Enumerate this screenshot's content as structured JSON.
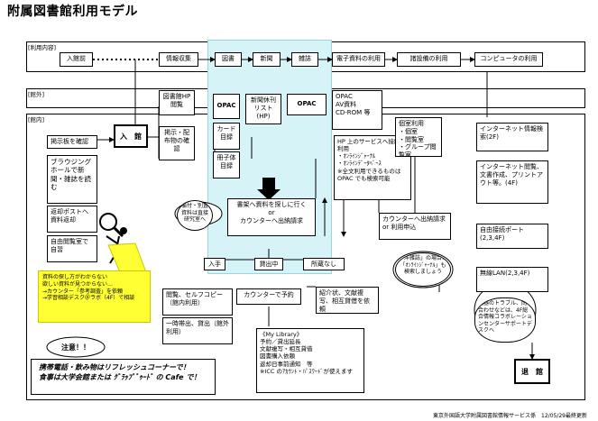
{
  "title": "附属図書館利用モデル",
  "sections": {
    "usage": "[利用内容]",
    "outside": "[館外]",
    "inside": "[館内]"
  },
  "top_row": [
    "入館前",
    "情報収集",
    "図書",
    "新聞",
    "雑誌",
    "電子資料の利用",
    "諸設備の利用",
    "コンピュータの利用"
  ],
  "entry": "入　館",
  "exit": "退　館",
  "left_column": [
    "掲示板を確認",
    "ブラウジングホールで新聞・雑誌を読む",
    "返却ポストへ資料返却",
    "自由閲覧室で自習"
  ],
  "hp": "図書館HP閲覧",
  "notice": "掲示・配布物の確認",
  "opac_left": "OPAC",
  "card": "カード目録",
  "booklet": "冊子体目録",
  "newspaper_list": "新聞休刊リスト(HP)",
  "opac_right": "OPAC",
  "electronic": "OPAC\nAV資料\nCD-ROM 等",
  "hp_services": "HP 上のサービスへ接続・利用\n・ｵﾝﾗｲﾝｼﾞｬｰﾅﾙ\n・ｵﾝﾗｲﾝﾃﾞｰﾀﾍﾞｰｽ\n※全文利用できるものは OPAC でも検索可能",
  "facilities": "個室利用\n・個室\n・閲覧室\n・グループ閲覧室",
  "search_bubble": "備付・別置資料は直接研究室へ",
  "search_box": "書架へ資料を探しに行く\nor\nカウンターへ出納請求",
  "counter_loan": "カウンターへ出納請求 or 利用申込",
  "journal_callout": "「洋雑誌」の場合は「ｵﾝﾗｲﾝｼﾞｬｰﾅﾙ」も検索しましょう",
  "branches": [
    "入手",
    "貸出中",
    "所蔵なし"
  ],
  "view_copy": "閲覧、セルフコピー（館内利用）",
  "borrow": "一時帯出、貸出（館外利用）",
  "reserve": "カウンターで予約",
  "referral": "紹介状、文献複写、相互貸借を依頼",
  "my_library": "《My Library》\n予約／貸出延長\n文献複写・相互貸借\n図書購入依頼\n返却日事前通知　等\n※ICC のｱｶｳﾝﾄ・ﾊﾟｽﾜｰﾄﾞが使えます",
  "internet_search": "インターネット情報検索(2F)",
  "internet_docs": "インターネット閲覧、文書作成、プリントアウト等。(4F)",
  "free_port": "自由接続ポート(2,3,4F)",
  "wireless": "無線LAN(2,3,4F)",
  "trouble": "機器のトラブル、問い合わせなどは、4F総合情報コラボレーションセンターサポートデスクへ",
  "help_note": "資料の探し方がわからない\n欲しい資料が見つからない…\n→カウンター「参考調査」を依頼\n→学習相談デスク＠ラボ（4F）で相談",
  "caution": "注意！！",
  "memo": "携帯電話・飲み物はリフレッシュコーナーで！\n食事は大学会館または ｸﾞﾗｯﾌﾟﾞｩｰﾄﾞ の Cafe で！",
  "footer": "東京外国語大学附属図書館情報サービス係　12/05/29最終更新",
  "icons": [
    "magnifier-person-icon",
    "downward-arrow-icon"
  ]
}
